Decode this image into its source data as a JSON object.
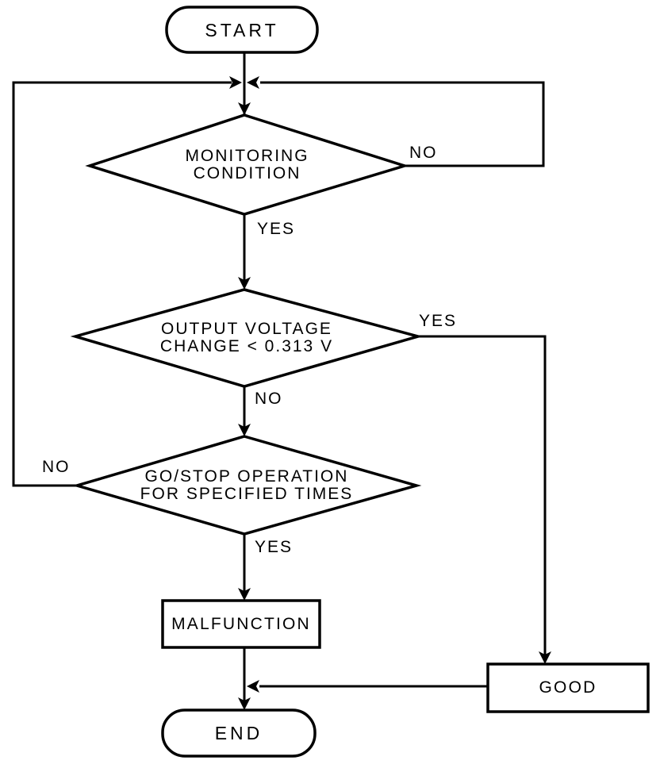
{
  "diagram": {
    "title_implicit": "monitoring flowchart",
    "colors": {
      "background": "#ffffff",
      "line": "#000000",
      "text": "#000000",
      "node_fill": "#ffffff"
    },
    "nodes": {
      "start": {
        "type": "terminator",
        "label": "START"
      },
      "monitoring_condition": {
        "type": "decision",
        "label": "MONITORING\nCONDITION"
      },
      "output_voltage": {
        "type": "decision",
        "label": "OUTPUT VOLTAGE\nCHANGE < 0.313 V"
      },
      "go_stop": {
        "type": "decision",
        "label": "GO/STOP OPERATION\nFOR SPECIFIED TIMES"
      },
      "malfunction": {
        "type": "process",
        "label": "MALFUNCTION"
      },
      "good": {
        "type": "process",
        "label": "GOOD"
      },
      "end": {
        "type": "terminator",
        "label": "END"
      }
    },
    "edge_labels": {
      "monitoring_no": "NO",
      "monitoring_yes": "YES",
      "voltage_yes": "YES",
      "voltage_no": "NO",
      "go_stop_no": "NO",
      "go_stop_yes": "YES"
    }
  }
}
